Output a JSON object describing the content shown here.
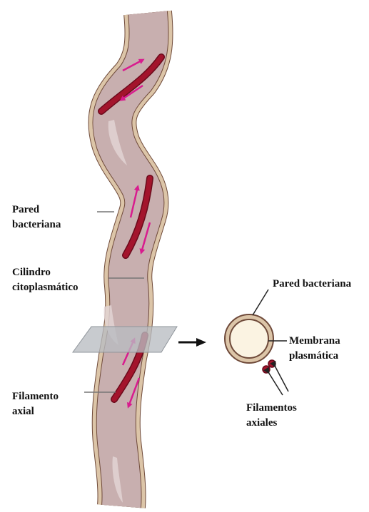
{
  "colors": {
    "body_fill": "#c8afaf",
    "body_highlight": "#e2d3d3",
    "wall_outer": "#dcc5a8",
    "wall_line": "#6f4a3a",
    "filament": "#a3142c",
    "filament_dark": "#6a0a1b",
    "arrow": "#d81c8e",
    "plane": "#b8bdc2",
    "cross_inner": "#fbf3e2",
    "pointer": "#777777"
  },
  "labels": {
    "pared_bacteriana": [
      "Pared",
      "bacteriana"
    ],
    "cilindro_citoplasmatico": [
      "Cilindro",
      "citoplasmático"
    ],
    "filamento_axial": [
      "Filamento",
      "axial"
    ],
    "cross_pared": "Pared bacteriana",
    "cross_membrana": [
      "Membrana",
      "plasmática"
    ],
    "cross_filamentos": [
      "Filamentos",
      "axiales"
    ]
  }
}
